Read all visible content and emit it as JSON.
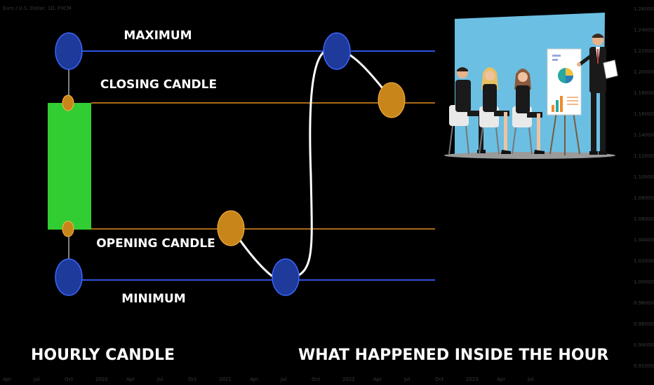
{
  "chart_header": "Euro / U.S. Dollar, 1D, FXCM",
  "labels": {
    "maximum": "MAXIMUM",
    "closing": "CLOSING CANDLE",
    "opening": "OPENING CANDLE",
    "minimum": "MINIMUM",
    "hourly_candle": "HOURLY CANDLE",
    "inside_hour": "WHAT HAPPENED INSIDE THE HOUR"
  },
  "price_axis_ticks": [
    "1.26000",
    "1.24000",
    "1.22000",
    "1.20000",
    "1.18000",
    "1.16000",
    "1.14000",
    "1.12000",
    "1.10000",
    "1.08000",
    "1.06000",
    "1.04000",
    "1.02000",
    "1.00000",
    "0.98000",
    "0.96000",
    "0.94000",
    "0.92000"
  ],
  "time_axis_ticks": [
    "Apr",
    "Jul",
    "Oct",
    "2020",
    "Apr",
    "Jul",
    "Oct",
    "2021",
    "Apr",
    "Jul",
    "Oct",
    "2022",
    "Apr",
    "Jul",
    "Oct",
    "2023",
    "Apr",
    "Jul"
  ],
  "colors": {
    "background": "#000000",
    "candle_body": "#32cd32",
    "blue_level": "#2f52e0",
    "orange_level": "#e08a1e",
    "blue_marker": "#1e3a9a",
    "orange_marker": "#c8861a",
    "path_line": "#ffffff",
    "presentation_bg": "#6bbfe3"
  },
  "illustration": {
    "subject": "presenter-with-audience",
    "chart_board": "pie-and-bar-chart-board"
  }
}
